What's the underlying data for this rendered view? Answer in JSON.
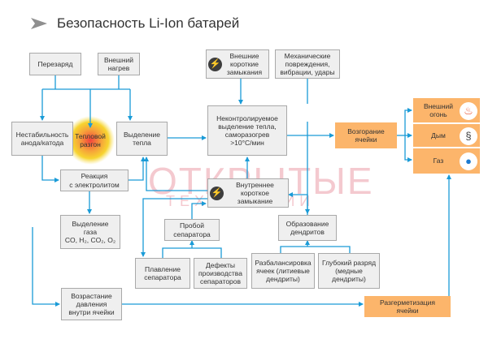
{
  "page": {
    "title": "Безопасность Li-Ion батарей"
  },
  "watermark": {
    "line1": "ОТКРЫТЫЕ",
    "line2": "ТЕХНОЛОГИИ"
  },
  "colors": {
    "accent": "#fcb56b",
    "arrow": "#1a9bd7",
    "box_fill": "#efefef",
    "box_border": "#a9a9a9",
    "glow": "#f7d430"
  },
  "nodes": {
    "overcharge": "Перезаряд",
    "ext_heat": "Внешний\nнагрев",
    "ext_short": "Внешние\nкороткие\nзамыкания",
    "mech_damage": "Механические\nповреждения,\nвибрации, удары",
    "anode_instab": "Нестабильность\nанода/катода",
    "thermal_runaway": "Тепловой\nразгон",
    "heat_release": "Выделение\nтепла",
    "uncontrolled_heat": "Неконтролируемое\nвыделение тепла,\nсаморазогрев\n>10°С/мин",
    "ignition": "Возгорание\nячейки",
    "ext_fire": "Внешний\nогонь",
    "smoke": "Дым",
    "gas": "Газ",
    "electrolyte_react": "Реакция\nс электролитом",
    "int_short": "Внутреннее\nкороткое\nзамыкание",
    "gas_release": "Выделение\nгаза\nCO, H₂, CO₂, O₂",
    "separator_breach": "Пробой\nсепаратора",
    "dendrites": "Образование\nдендритов",
    "separator_melt": "Плавление\nсепаратора",
    "separator_defects": "Дефекты\nпроизводства\nсепараторов",
    "unbalanced": "Разбалансировка\nячеек (литиевые\nдендриты)",
    "deep_discharge": "Глубокий разряд\n(медные\nдендриты)",
    "pressure_rise": "Возрастание\nдавления\nвнутри ячейки",
    "depressurize": "Разгерметизация\nячейки"
  },
  "icons": {
    "lightning": "lightning-icon",
    "fire": "fire-icon",
    "smoke": "smoke-icon",
    "gas": "gas-drop-icon"
  }
}
